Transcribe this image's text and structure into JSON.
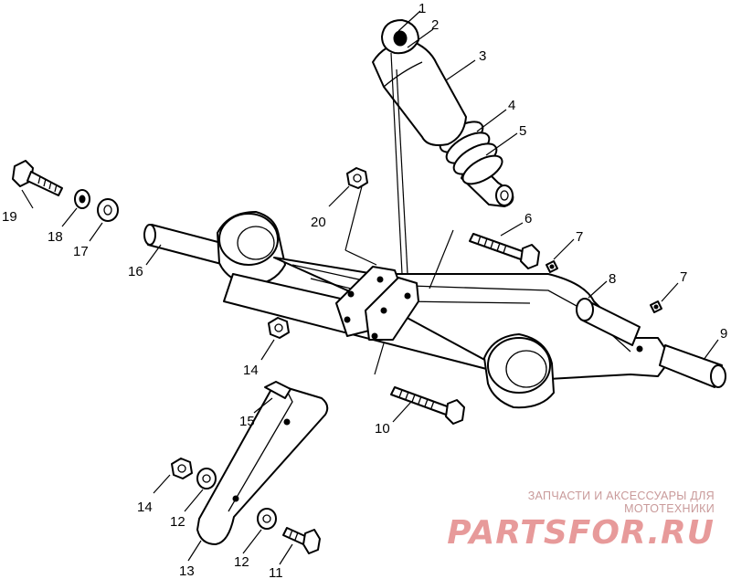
{
  "callouts": {
    "c1": "1",
    "c2": "2",
    "c3": "3",
    "c4": "4",
    "c5": "5",
    "c6": "6",
    "c7a": "7",
    "c7b": "7",
    "c8": "8",
    "c9": "9",
    "c10": "10",
    "c11": "11",
    "c12a": "12",
    "c12b": "12",
    "c13": "13",
    "c14a": "14",
    "c14b": "14",
    "c15": "15",
    "c16": "16",
    "c17": "17",
    "c18": "18",
    "c19": "19",
    "c20": "20"
  },
  "watermark": {
    "caption": "ЗАПЧАСТИ И АКСЕССУАРЫ ДЛЯ МОТОТЕХНИКИ",
    "logo": "PARTSFOR.RU"
  }
}
